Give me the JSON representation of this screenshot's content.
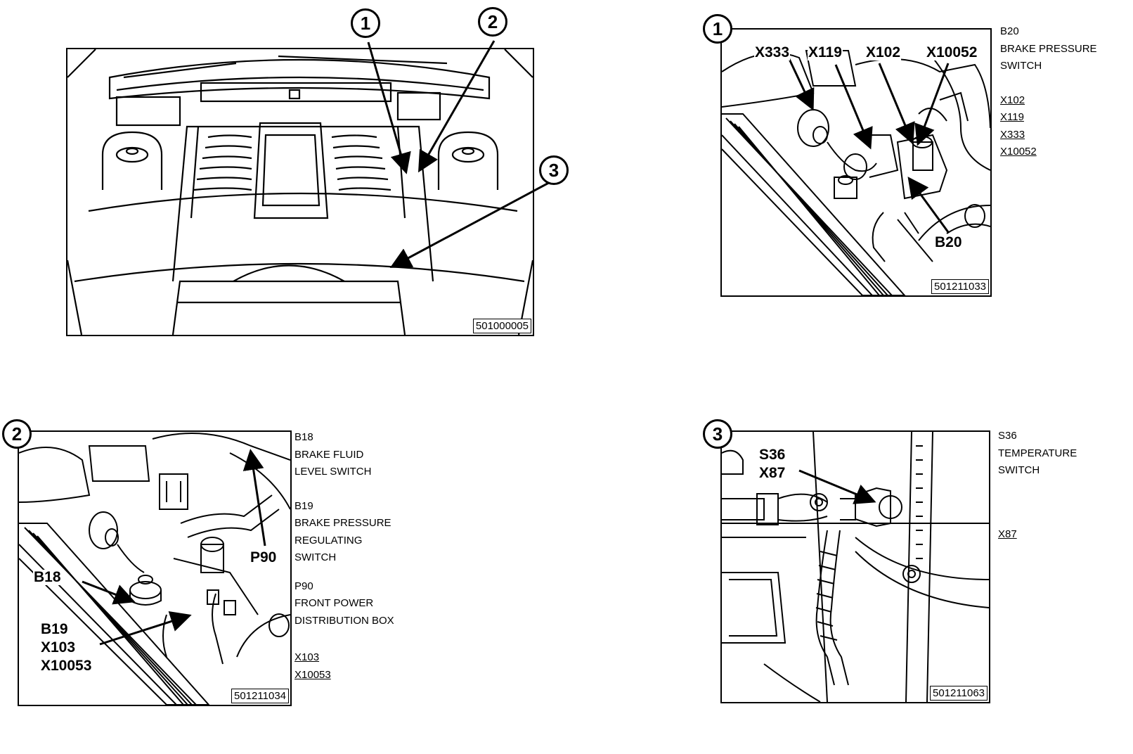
{
  "overview": {
    "figure_id": "501000005",
    "callouts": [
      "1",
      "2",
      "3"
    ]
  },
  "detail1": {
    "callout": "1",
    "figure_id": "501211033",
    "labels": [
      "X333",
      "X119",
      "X102",
      "X10052",
      "B20"
    ],
    "legend": {
      "component_code": "B20",
      "component_name_1": "BRAKE PRESSURE",
      "component_name_2": "SWITCH",
      "connectors": [
        "X102",
        "X119",
        "X333",
        "X10052"
      ]
    }
  },
  "detail2": {
    "callout": "2",
    "figure_id": "501211034",
    "labels": [
      "B18",
      "B19",
      "X103",
      "X10053",
      "P90"
    ],
    "legend": {
      "b18_code": "B18",
      "b18_name_1": "BRAKE FLUID",
      "b18_name_2": "LEVEL SWITCH",
      "b19_code": "B19",
      "b19_name_1": "BRAKE PRESSURE",
      "b19_name_2": "REGULATING",
      "b19_name_3": "SWITCH",
      "p90_code": "P90",
      "p90_name_1": "FRONT POWER",
      "p90_name_2": "DISTRIBUTION BOX",
      "connectors": [
        "X103",
        "X10053"
      ]
    }
  },
  "detail3": {
    "callout": "3",
    "figure_id": "501211063",
    "labels": [
      "S36",
      "X87"
    ],
    "legend": {
      "component_code": "S36",
      "component_name": "TEMPERATURE",
      "component_name_2": "SWITCH",
      "connectors": [
        "X87"
      ]
    }
  }
}
